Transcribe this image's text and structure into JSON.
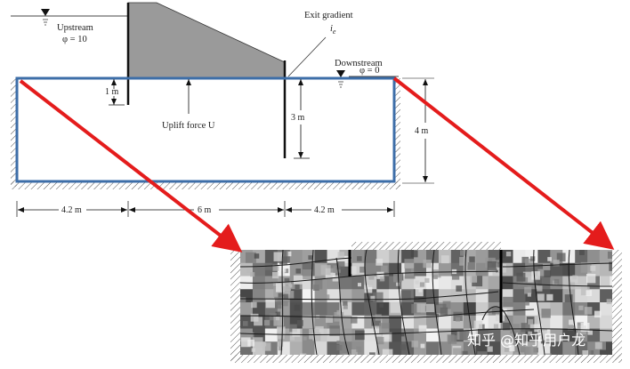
{
  "labels": {
    "upstream": "Upstream",
    "phi_up": "φ = 10",
    "exit_gradient": "Exit gradient",
    "ie_i": "i",
    "ie_sub": "e",
    "downstream": "Downstream",
    "phi_down": "φ = 0",
    "one_m": "1 m",
    "uplift": "Uplift force U",
    "three_m": "3 m",
    "four_m": "4 m",
    "dim_left": "4.2 m",
    "dim_mid": "6 m",
    "dim_right": "4.2 m"
  },
  "watermark": "知乎 @知乎用户龙",
  "colors": {
    "domain_border": "#3d6ea8",
    "arrow": "#e41c1c",
    "dam_fill": "#9a9a9a",
    "ink": "#111111"
  },
  "field": {
    "seed": 7,
    "grid_cols": 30,
    "grid_rows": 8,
    "gray_min": 70,
    "gray_max": 245
  }
}
